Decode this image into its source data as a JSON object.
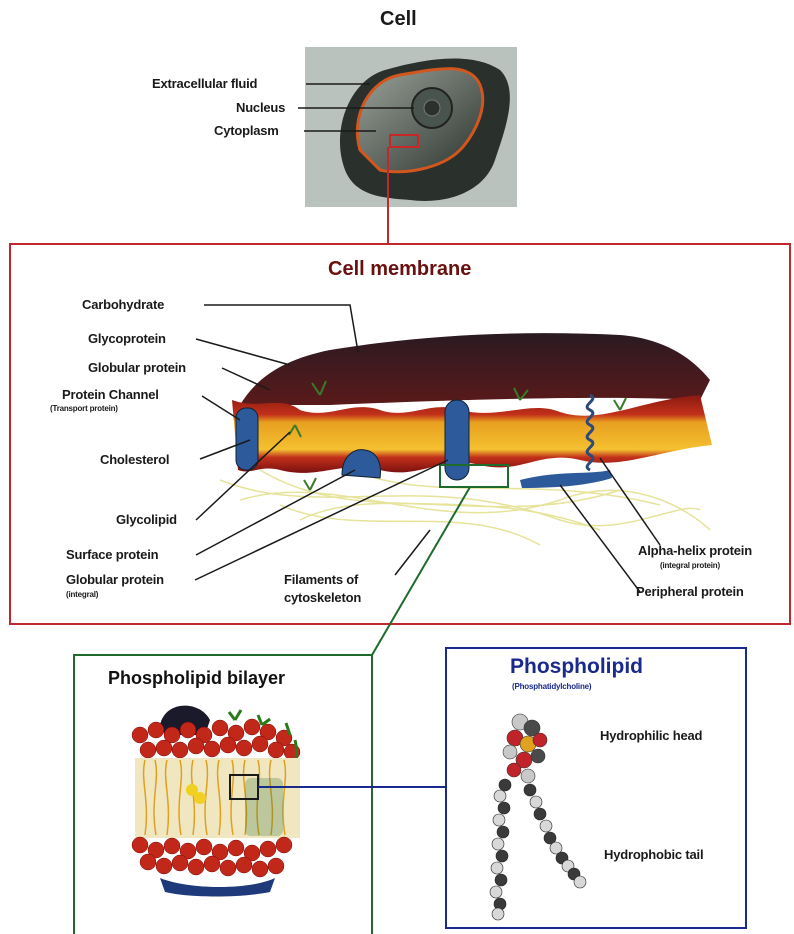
{
  "cell": {
    "title": "Cell",
    "labels": {
      "extracellular_fluid": "Extracellular fluid",
      "nucleus": "Nucleus",
      "cytoplasm": "Cytoplasm"
    }
  },
  "membrane": {
    "title": "Cell membrane",
    "labels": {
      "carbohydrate": "Carbohydrate",
      "glycoprotein": "Glycoprotein",
      "globular_protein": "Globular protein",
      "protein_channel": "Protein Channel",
      "protein_channel_sub": "(Transport protein)",
      "cholesterol": "Cholesterol",
      "glycolipid": "Glycolipid",
      "surface_protein": "Surface protein",
      "globular_protein_integral": "Globular protein",
      "globular_protein_integral_sub": "(integral)",
      "filaments": "Filaments of",
      "filaments_2": "cytoskeleton",
      "alpha_helix": "Alpha-helix protein",
      "alpha_helix_sub": "(integral protein)",
      "peripheral": "Peripheral protein"
    }
  },
  "bilayer": {
    "title": "Phospholipid bilayer"
  },
  "phospholipid": {
    "title": "Phospholipid",
    "subtitle": "(Phosphatidylcholine)",
    "labels": {
      "head": "Hydrophilic head",
      "tail": "Hydrophobic tail"
    }
  },
  "colors": {
    "membrane_box": "#c0282d",
    "bilayer_box": "#1f6b2e",
    "phospholipid_box": "#1a2a8c",
    "membrane_title": "#6b1010",
    "phospholipid_title": "#1a2a8c"
  }
}
